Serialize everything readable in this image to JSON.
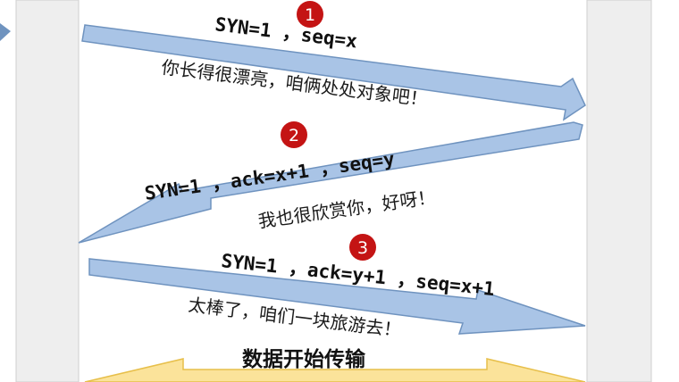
{
  "colors": {
    "background": "#ffffff",
    "host_fill": "#eeeeee",
    "host_stroke": "#cfcfcf",
    "arrow_fill": "#a9c4e6",
    "arrow_stroke": "#6f93bf",
    "badge_fill": "#c41414",
    "badge_text": "#ffffff",
    "bottom_arrow_fill": "#fbe39a",
    "bottom_arrow_stroke": "#e7bf4a"
  },
  "steps": [
    {
      "badge": "1",
      "equation": "SYN=1 ，seq=x",
      "message": "你长得很漂亮，咱俩处处对象吧！",
      "direction": "right"
    },
    {
      "badge": "2",
      "equation": "SYN=1 ，ack=x+1 ，seq=y",
      "message": "我也很欣赏你，好呀！",
      "direction": "left"
    },
    {
      "badge": "3",
      "equation": "SYN=1 ，ack=y+1 ，seq=x+1",
      "message": "太棒了，咱们一块旅游去！",
      "direction": "right"
    }
  ],
  "bottom_label": "数据开始传输",
  "left_edge_icon": "play-triangle-icon"
}
